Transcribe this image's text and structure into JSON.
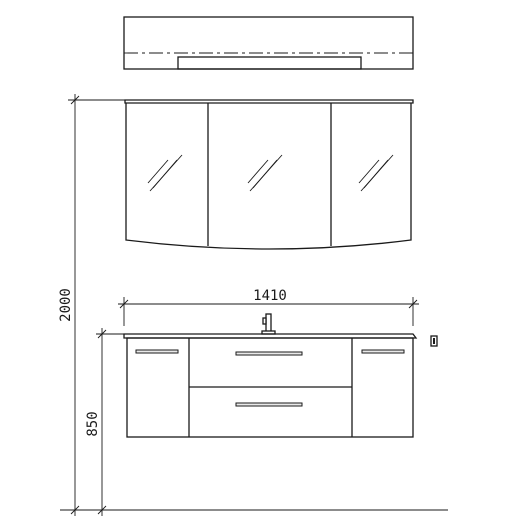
{
  "dimensions": {
    "width_label": "1410",
    "total_height_label": "2000",
    "vanity_height_label": "850"
  },
  "colors": {
    "line": "#1a1a1a",
    "background": "#ffffff"
  }
}
